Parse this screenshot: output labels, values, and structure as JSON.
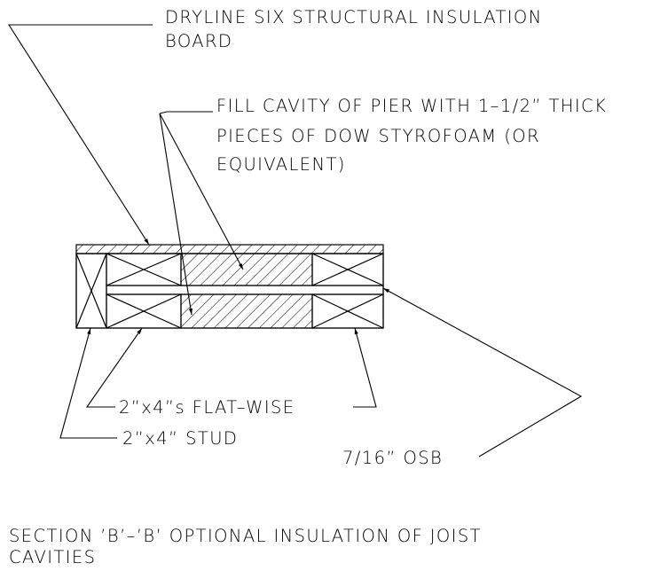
{
  "callouts": {
    "board": [
      "DRYLINE SIX STRUCTURAL INSULATION",
      "BOARD"
    ],
    "fill": [
      "FILL CAVITY OF PIER WITH 1–1/2” THICK",
      "PIECES OF DOW STYROFOAM (OR",
      "EQUIVALENT)"
    ],
    "flatwise": "2”x4”s FLAT–WISE",
    "stud": "2”x4” STUD",
    "osb": "7/16” OSB"
  },
  "section_title": [
    "SECTION ’B’–’B’ OPTIONAL INSULATION OF JOIST",
    "CAVITIES"
  ]
}
